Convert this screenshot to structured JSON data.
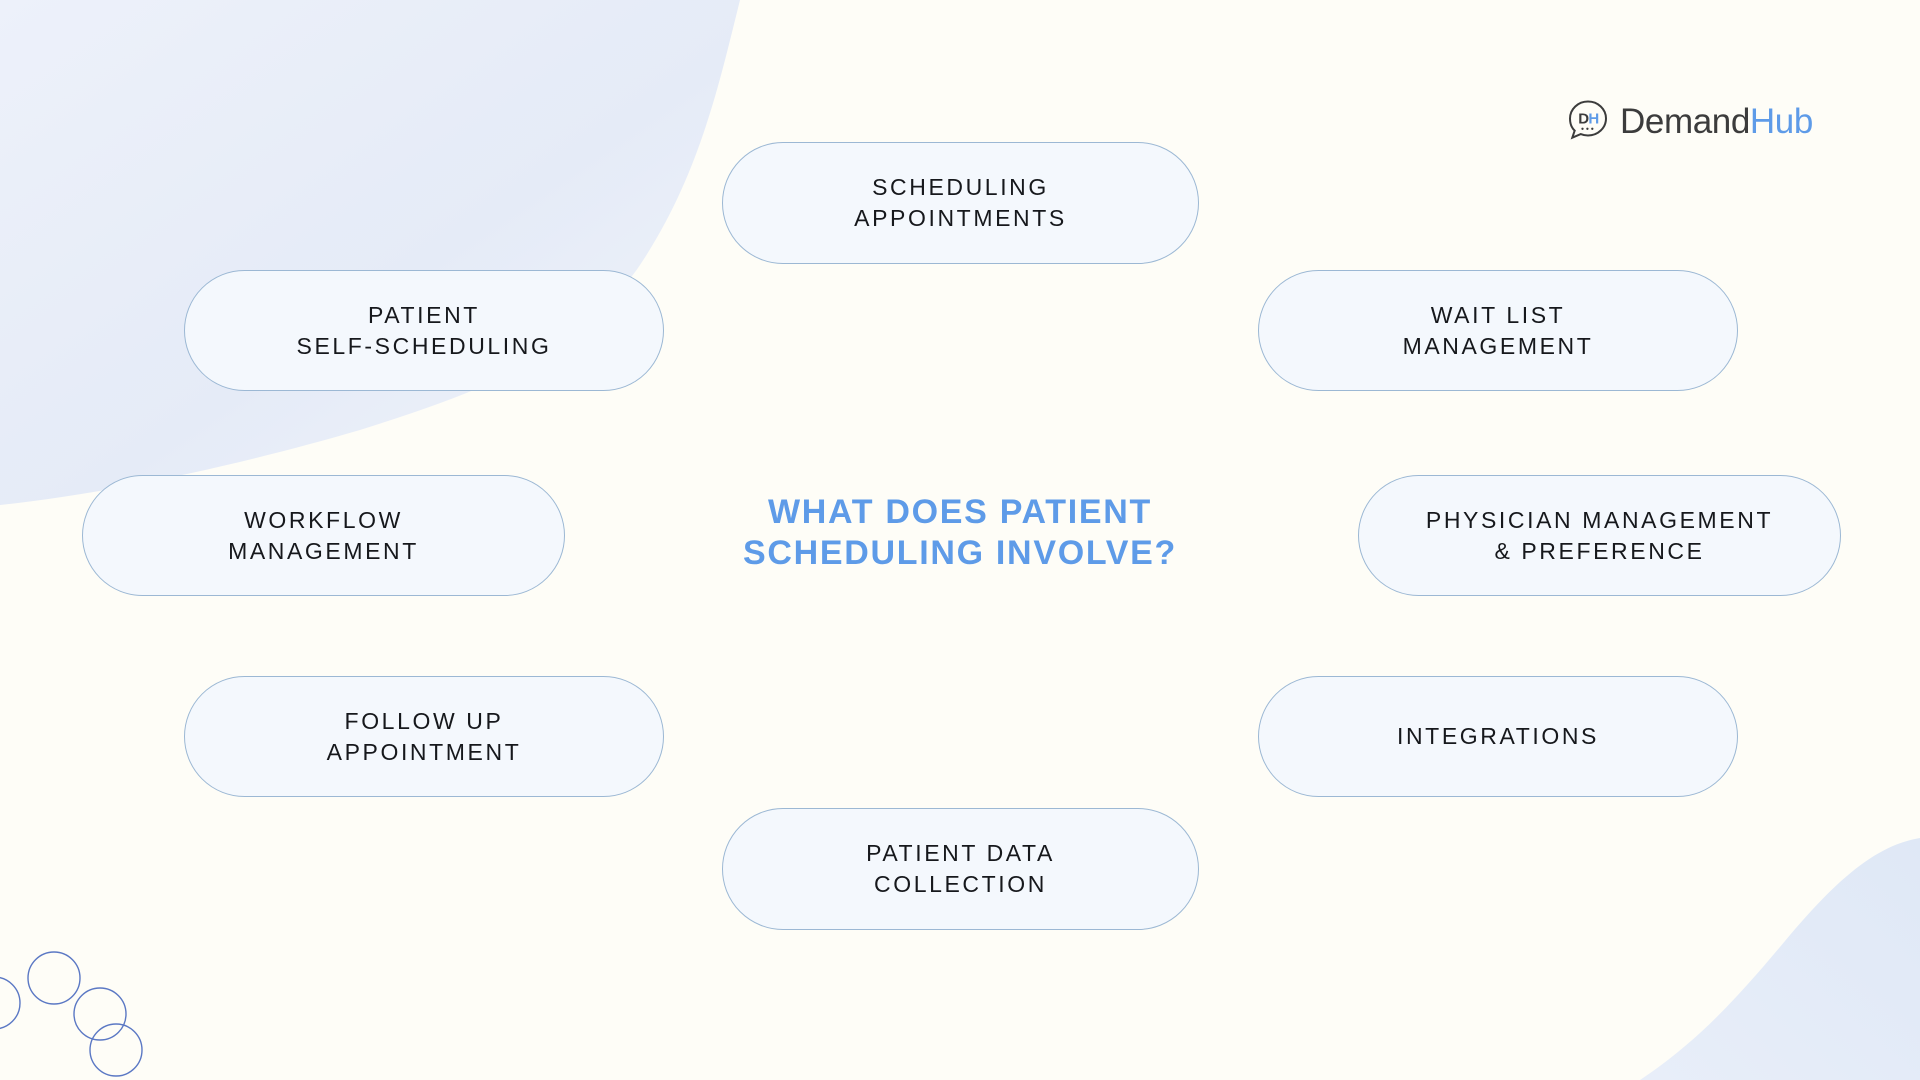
{
  "theme": {
    "background_color": "#FEFDF7",
    "accent_blue": "#5E9BE8",
    "pill_fill": "#F4F8FD",
    "pill_border": "#9CB8D4",
    "pill_text_color": "#16181C",
    "blob_blue": "#E3EAF7",
    "circle_outline": "#5B78C4"
  },
  "logo": {
    "mark_label": "DH",
    "mark_letter_dark": "D",
    "mark_letter_blue": "H",
    "word_primary": "Demand",
    "word_accent": "Hub"
  },
  "center_title": {
    "line1": "WHAT DOES PATIENT",
    "line2": "SCHEDULING INVOLVE?"
  },
  "pills": [
    {
      "id": "scheduling-appointments",
      "line1": "SCHEDULING",
      "line2": "APPOINTMENTS"
    },
    {
      "id": "patient-self-scheduling",
      "line1": "PATIENT",
      "line2": "SELF-SCHEDULING"
    },
    {
      "id": "wait-list-management",
      "line1": "WAIT LIST",
      "line2": "MANAGEMENT"
    },
    {
      "id": "workflow-management",
      "line1": "WORKFLOW",
      "line2": "MANAGEMENT"
    },
    {
      "id": "physician-management",
      "line1": "PHYSICIAN MANAGEMENT",
      "line2": "& PREFERENCE"
    },
    {
      "id": "follow-up-appointment",
      "line1": "FOLLOW UP",
      "line2": "APPOINTMENT"
    },
    {
      "id": "integrations",
      "line1": "INTEGRATIONS",
      "line2": ""
    },
    {
      "id": "patient-data-collection",
      "line1": "PATIENT DATA",
      "line2": "COLLECTION"
    }
  ]
}
